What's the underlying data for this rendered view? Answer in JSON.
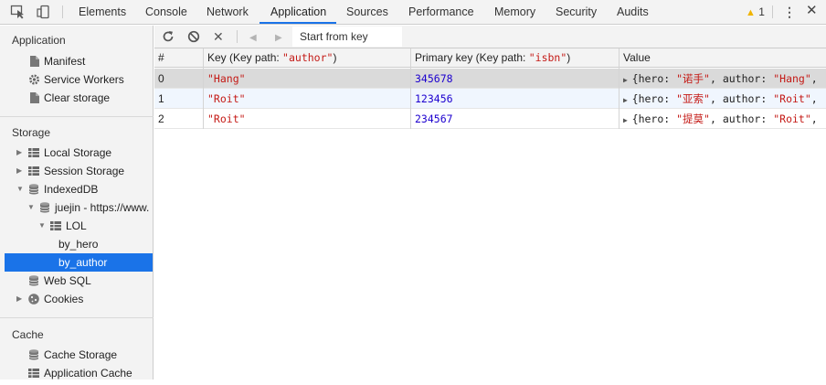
{
  "tabs": [
    "Elements",
    "Console",
    "Network",
    "Application",
    "Sources",
    "Performance",
    "Memory",
    "Security",
    "Audits"
  ],
  "warnings": "1",
  "sidebar": {
    "application_title": "Application",
    "application_items": [
      "Manifest",
      "Service Workers",
      "Clear storage"
    ],
    "storage_title": "Storage",
    "local_storage": "Local Storage",
    "session_storage": "Session Storage",
    "indexeddb": "IndexedDB",
    "db_name": "juejin - https://www.",
    "store_name": "LOL",
    "index_hero": "by_hero",
    "index_author": "by_author",
    "web_sql": "Web SQL",
    "cookies": "Cookies",
    "cache_title": "Cache",
    "cache_storage": "Cache Storage",
    "application_cache": "Application Cache"
  },
  "toolbar": {
    "search_placeholder": "Start from key"
  },
  "table": {
    "headers": {
      "index": "#",
      "key_prefix": "Key (Key path: ",
      "key_path": "\"author\"",
      "key_suffix": ")",
      "pkey_prefix": "Primary key (Key path: ",
      "pkey_path": "\"isbn\"",
      "pkey_suffix": ")",
      "value": "Value"
    },
    "rows": [
      {
        "index": "0",
        "key": "\"Hang\"",
        "pkey": "345678",
        "v_open": "{hero: ",
        "v_hero": "\"诺手\"",
        "v_mid": ", author: ",
        "v_author": "\"Hang\"",
        "v_end": ","
      },
      {
        "index": "1",
        "key": "\"Roit\"",
        "pkey": "123456",
        "v_open": "{hero: ",
        "v_hero": "\"亚索\"",
        "v_mid": ", author: ",
        "v_author": "\"Roit\"",
        "v_end": ","
      },
      {
        "index": "2",
        "key": "\"Roit\"",
        "pkey": "234567",
        "v_open": "{hero: ",
        "v_hero": "\"提莫\"",
        "v_mid": ", author: ",
        "v_author": "\"Roit\"",
        "v_end": ","
      }
    ]
  }
}
